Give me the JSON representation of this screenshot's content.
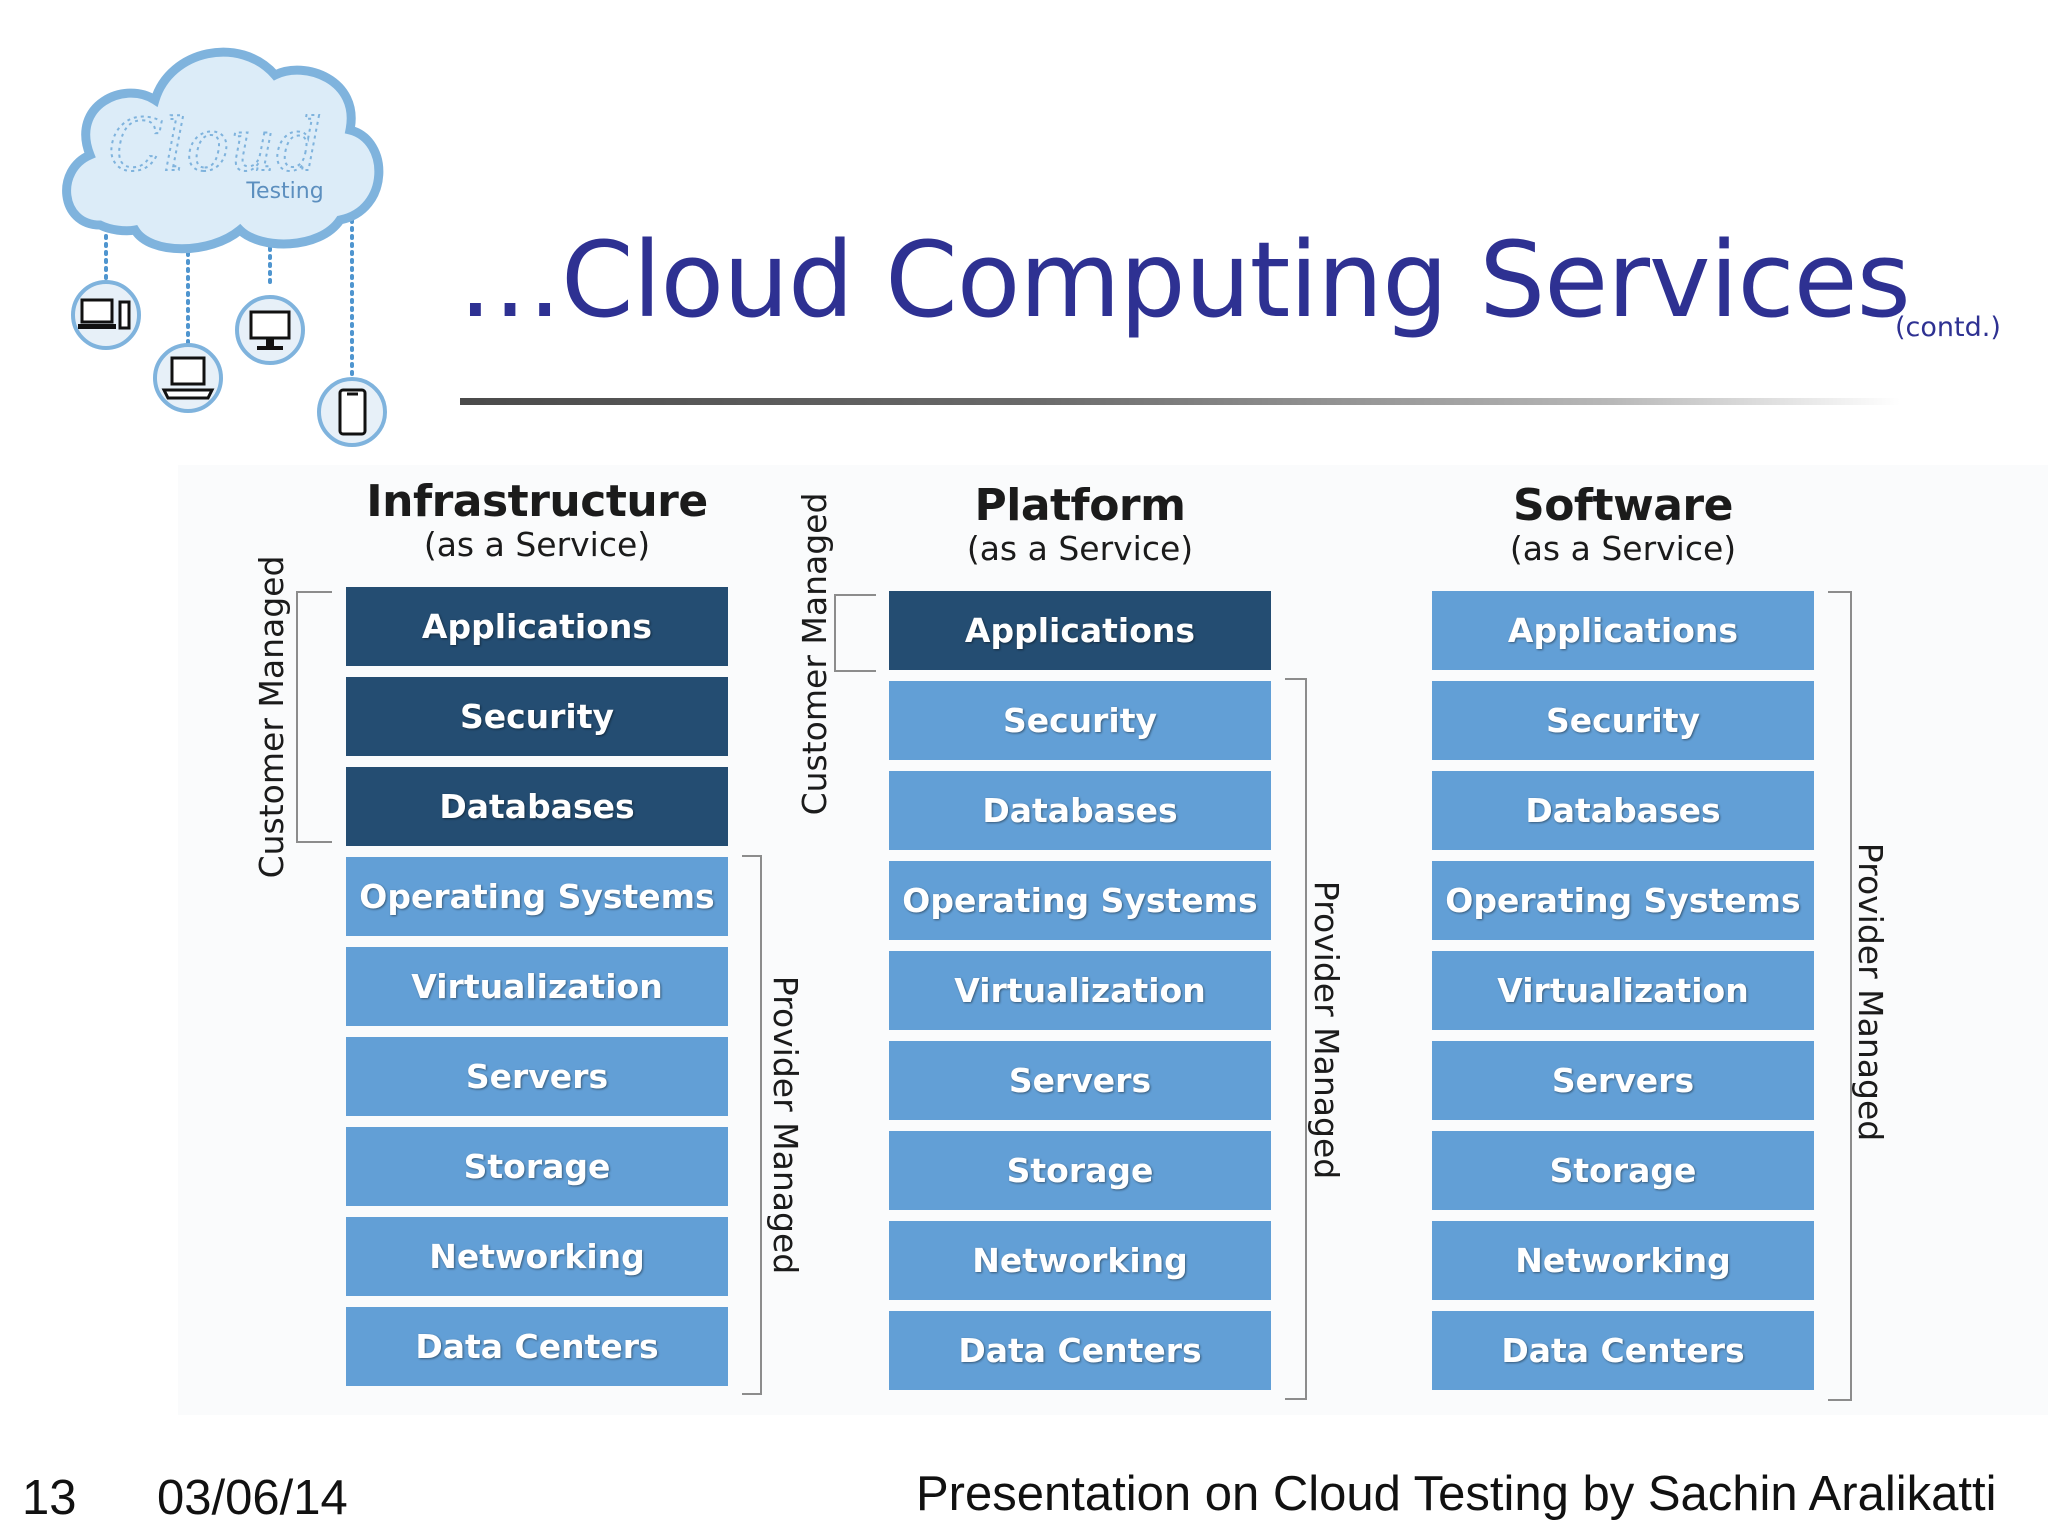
{
  "logo": {
    "word": "Cloud",
    "subtitle": "Testing"
  },
  "title": "…Cloud Computing Services",
  "title_suffix": "(contd.)",
  "columns": [
    {
      "heading": "Infrastructure",
      "subheading": "(as a Service)",
      "customer_label": "Customer Managed",
      "provider_label": "Provider Managed",
      "customer_count": 3,
      "layers": [
        "Applications",
        "Security",
        "Databases",
        "Operating Systems",
        "Virtualization",
        "Servers",
        "Storage",
        "Networking",
        "Data Centers"
      ]
    },
    {
      "heading": "Platform",
      "subheading": "(as a Service)",
      "customer_label": "Customer Managed",
      "provider_label": "Provider Managed",
      "customer_count": 1,
      "layers": [
        "Applications",
        "Security",
        "Databases",
        "Operating Systems",
        "Virtualization",
        "Servers",
        "Storage",
        "Networking",
        "Data Centers"
      ]
    },
    {
      "heading": "Software",
      "subheading": "(as a Service)",
      "provider_label": "Provider Managed",
      "customer_count": 0,
      "layers": [
        "Applications",
        "Security",
        "Databases",
        "Operating Systems",
        "Virtualization",
        "Servers",
        "Storage",
        "Networking",
        "Data Centers"
      ]
    }
  ],
  "colors": {
    "customer_managed": "#244d72",
    "provider_managed": "#629fd6",
    "title": "#2e3192"
  },
  "footer": {
    "slide_number": "13",
    "date": "03/06/14",
    "caption": "Presentation on Cloud Testing by Sachin Aralikatti"
  }
}
